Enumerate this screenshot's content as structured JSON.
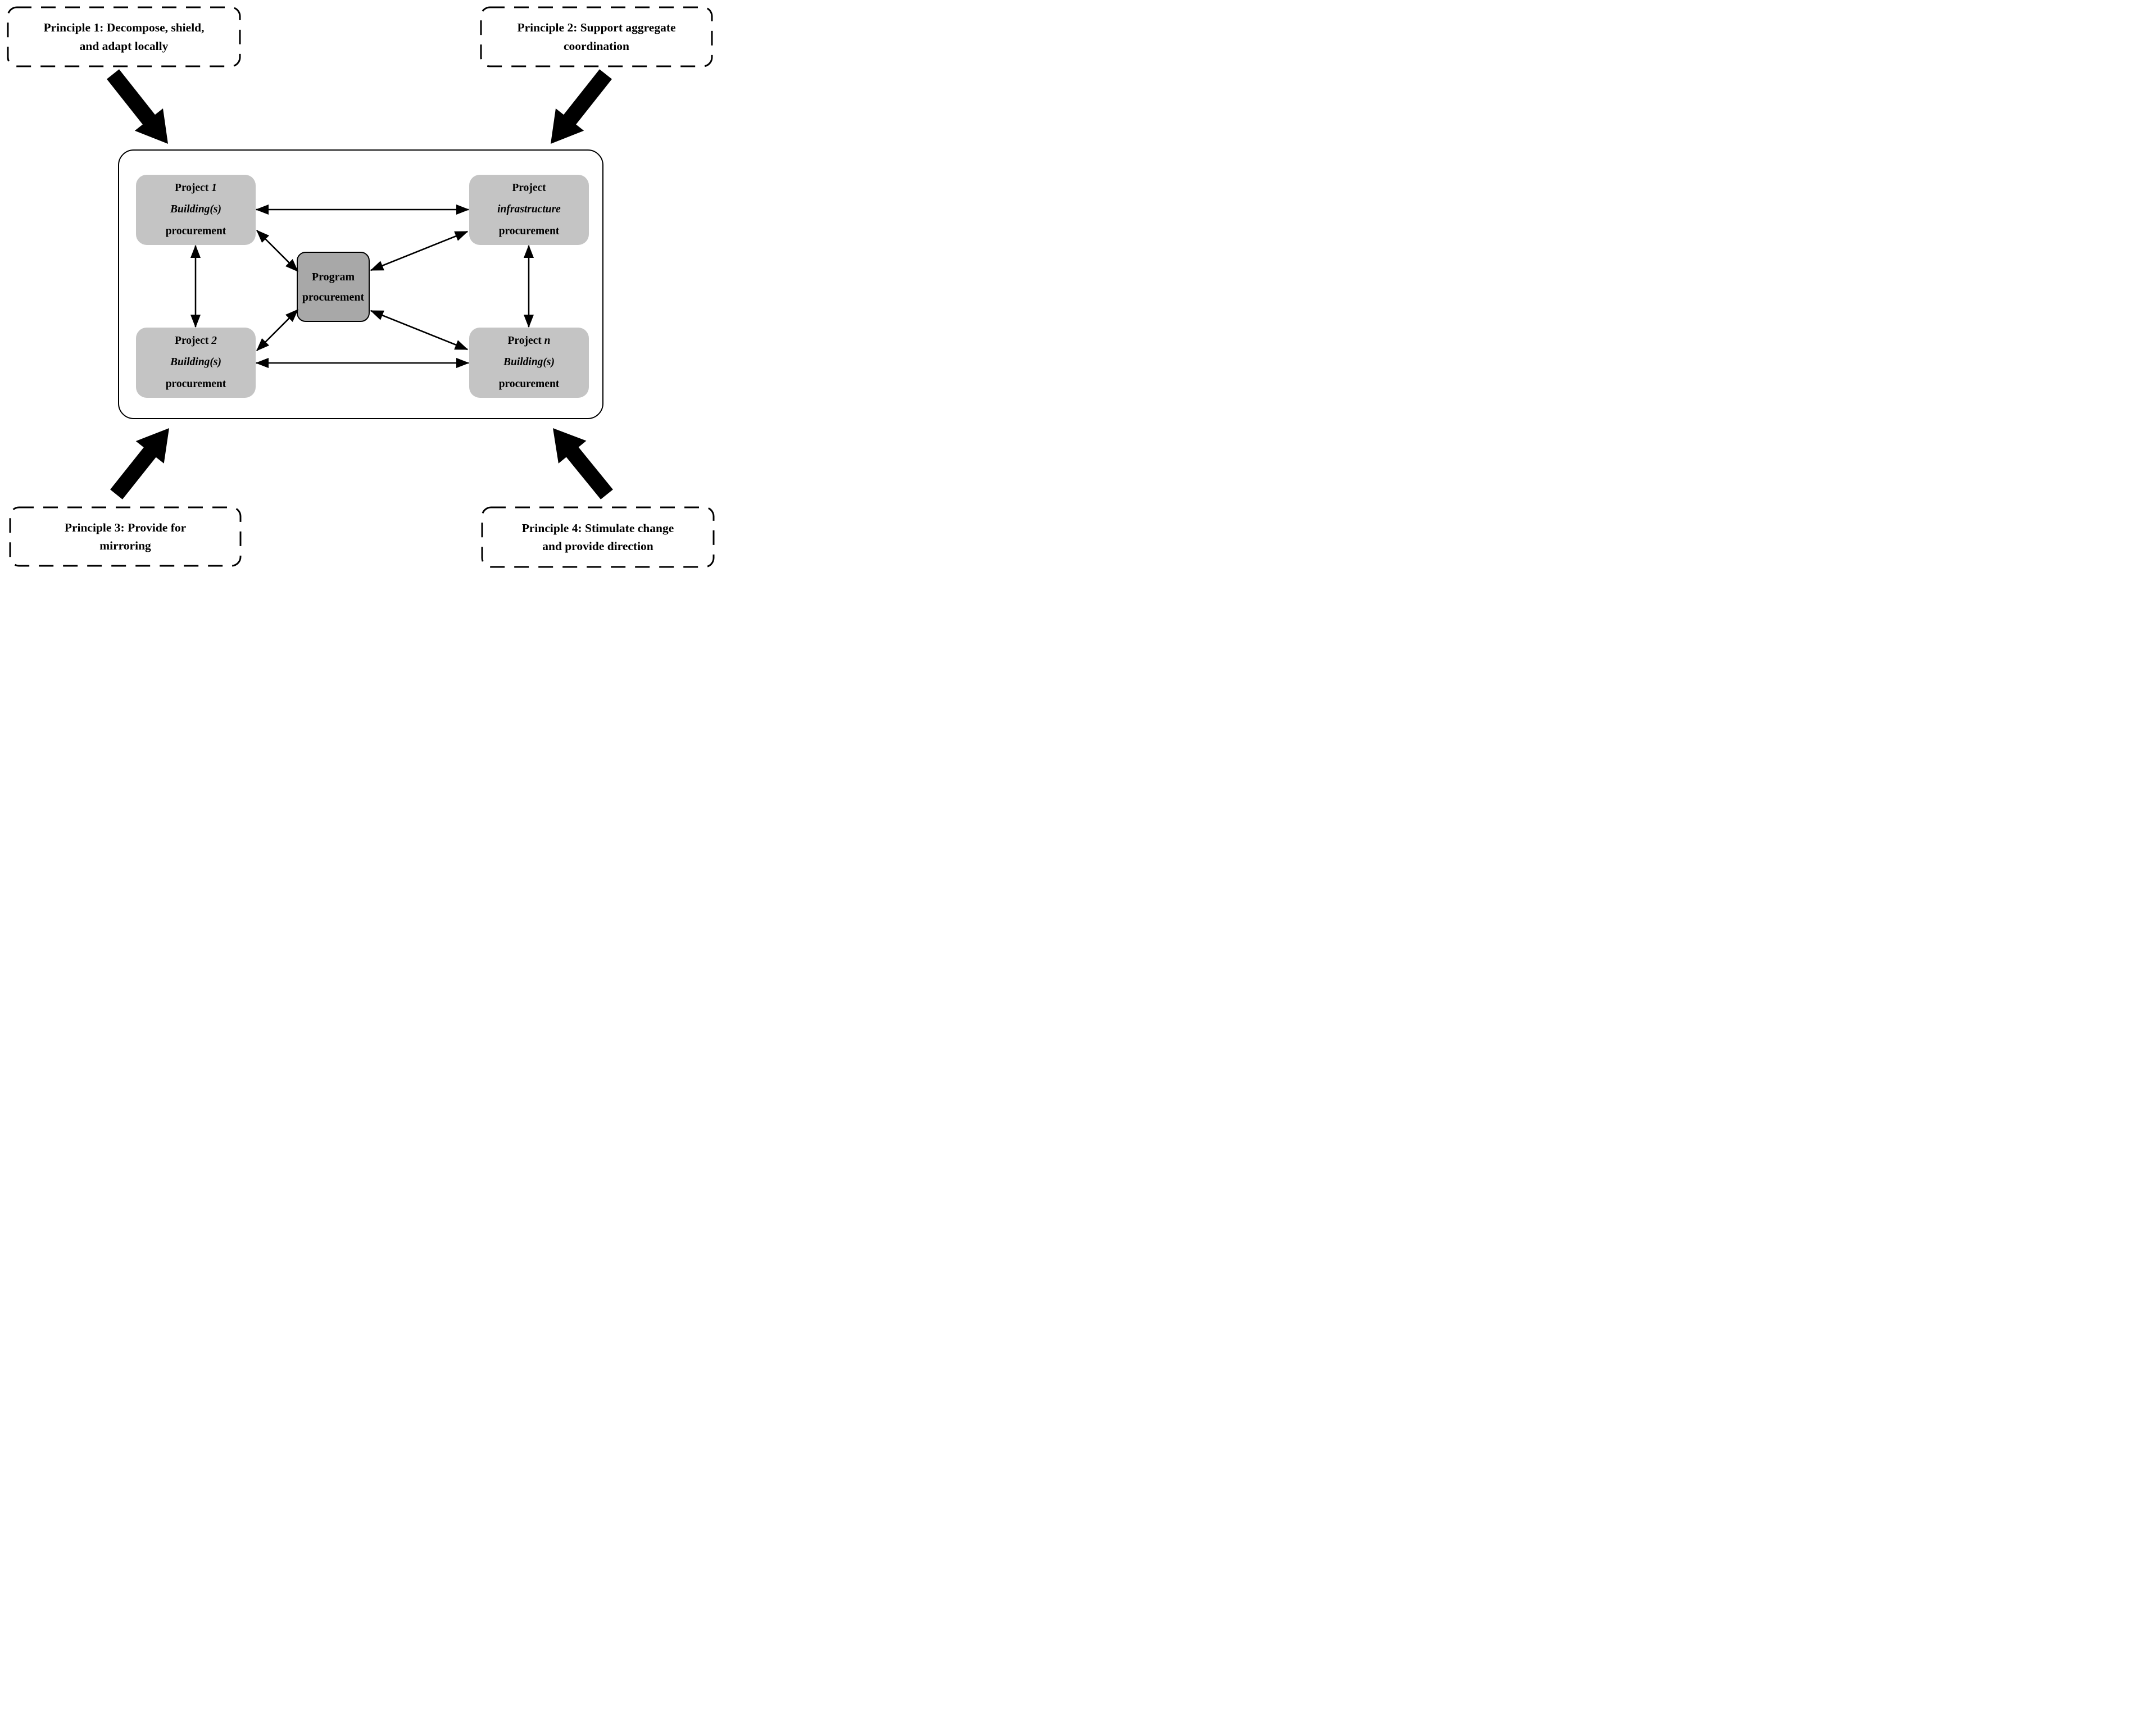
{
  "figure": {
    "principles": [
      {
        "line1": "Principle 1: Decompose, shield,",
        "line2": "and adapt locally"
      },
      {
        "line1": "Principle 2: Support aggregate",
        "line2": "coordination"
      },
      {
        "line1": "Principle 3: Provide for",
        "line2": "mirroring"
      },
      {
        "line1": "Principle 4: Stimulate change",
        "line2": "and provide direction"
      }
    ],
    "nodes": {
      "project_1": {
        "line1a": "Project",
        "line1b": " 1",
        "line2": "Building(s)",
        "line3": "procurement"
      },
      "project_infrastructure": {
        "line1a": "Project",
        "line1b": "",
        "line2": "infrastructure",
        "line3": "procurement"
      },
      "project_2": {
        "line1a": "Project",
        "line1b": " 2",
        "line2": "Building(s)",
        "line3": "procurement"
      },
      "project_n": {
        "line1a": "Project",
        "line1b": " n",
        "line2": "Building(s)",
        "line3": "procurement"
      },
      "program": {
        "line1": "Program",
        "line2": "procurement"
      }
    },
    "colors": {
      "project_fill": "#c4c4c4",
      "program_fill": "#a8a8a8",
      "line": "#000000",
      "background": "#ffffff"
    }
  }
}
